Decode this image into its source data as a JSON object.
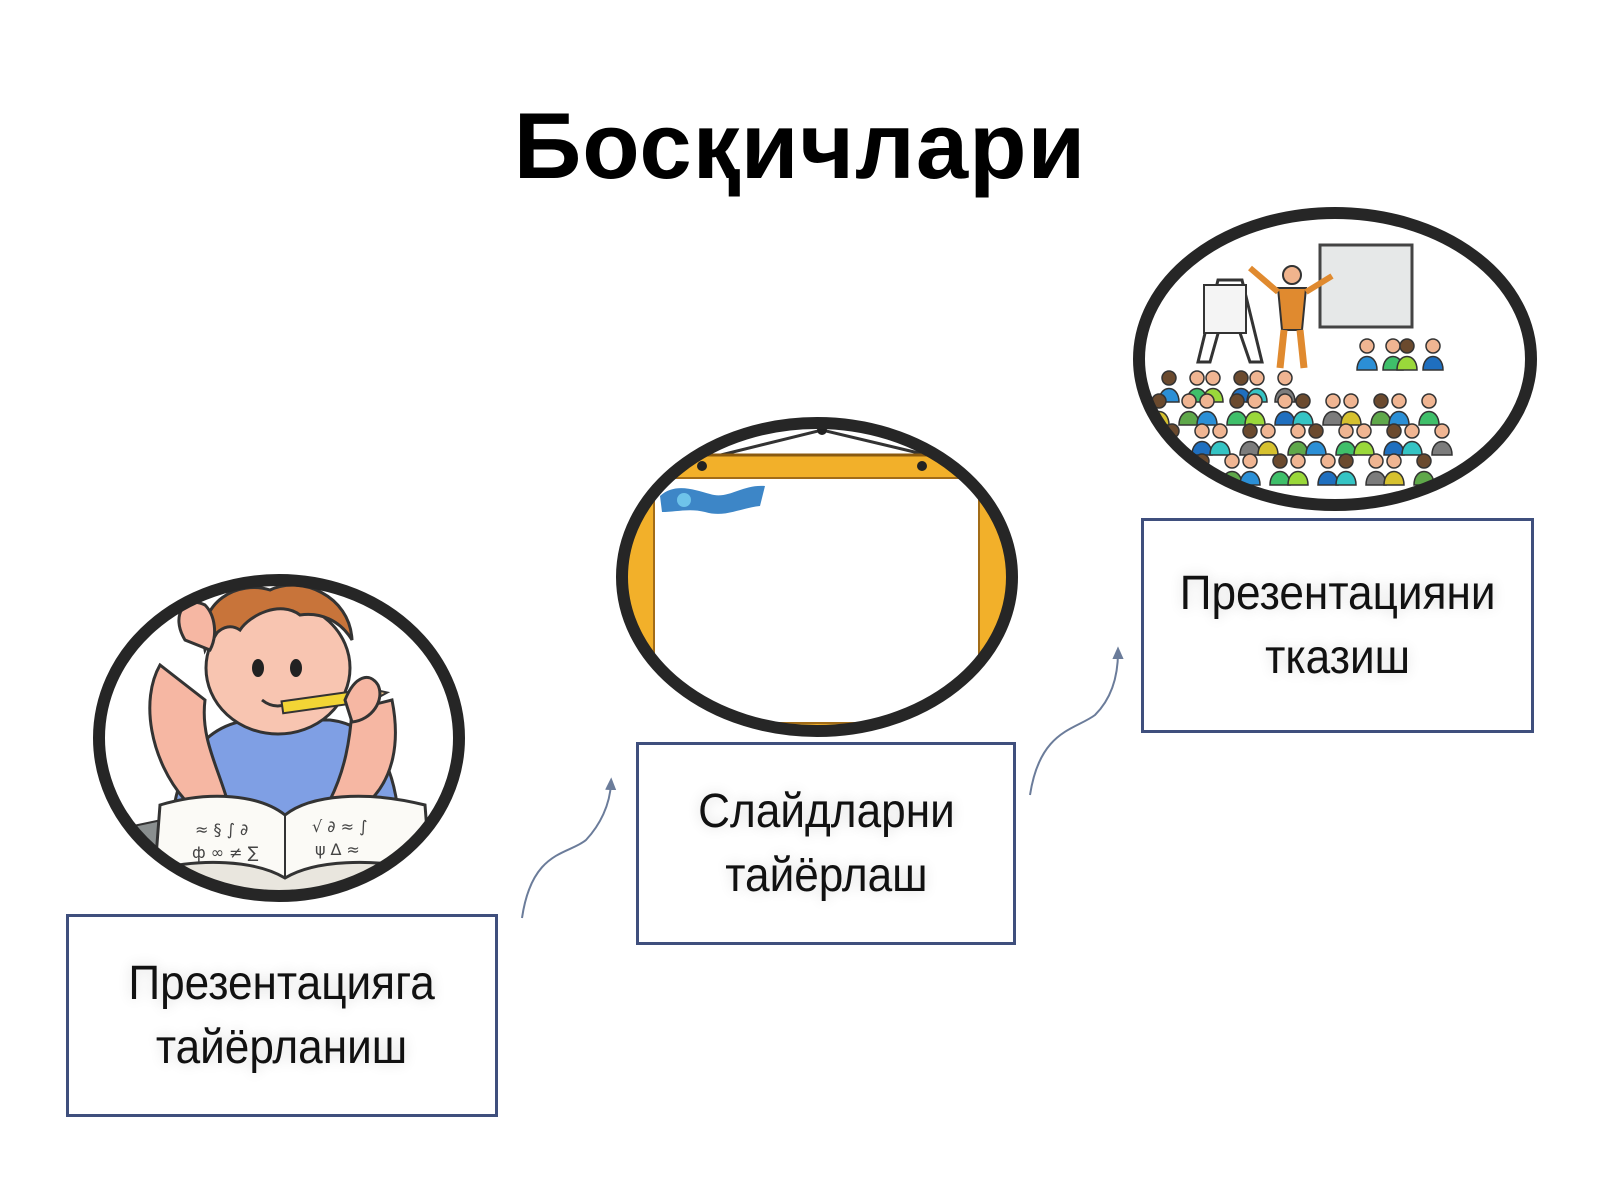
{
  "title": "Босқичлари",
  "steps": [
    {
      "lines": [
        "Презентацияга",
        "тайёрланиш"
      ],
      "icon": "student-thinking-icon"
    },
    {
      "lines": [
        "Слайдларни",
        "тайёрлаш"
      ],
      "icon": "blank-board-icon"
    },
    {
      "lines": [
        "Презентацияни",
        "тказиш"
      ],
      "icon": "audience-presentation-icon"
    }
  ],
  "colors": {
    "box_border": "#3f4f7d",
    "circle_stroke": "#262626",
    "arrow": "#6b7c9a",
    "frame_orange": "#f2b02a"
  }
}
